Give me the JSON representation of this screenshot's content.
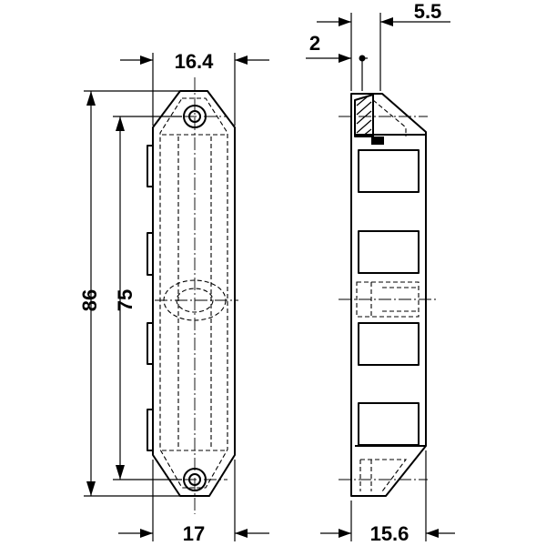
{
  "dimensions": {
    "front_width_top": "16.4",
    "front_width_bottom": "17",
    "overall_height": "86",
    "hole_spacing": "75",
    "side_depth_bottom": "15.6",
    "side_offset_small": "2",
    "side_offset_top": "5.5"
  }
}
